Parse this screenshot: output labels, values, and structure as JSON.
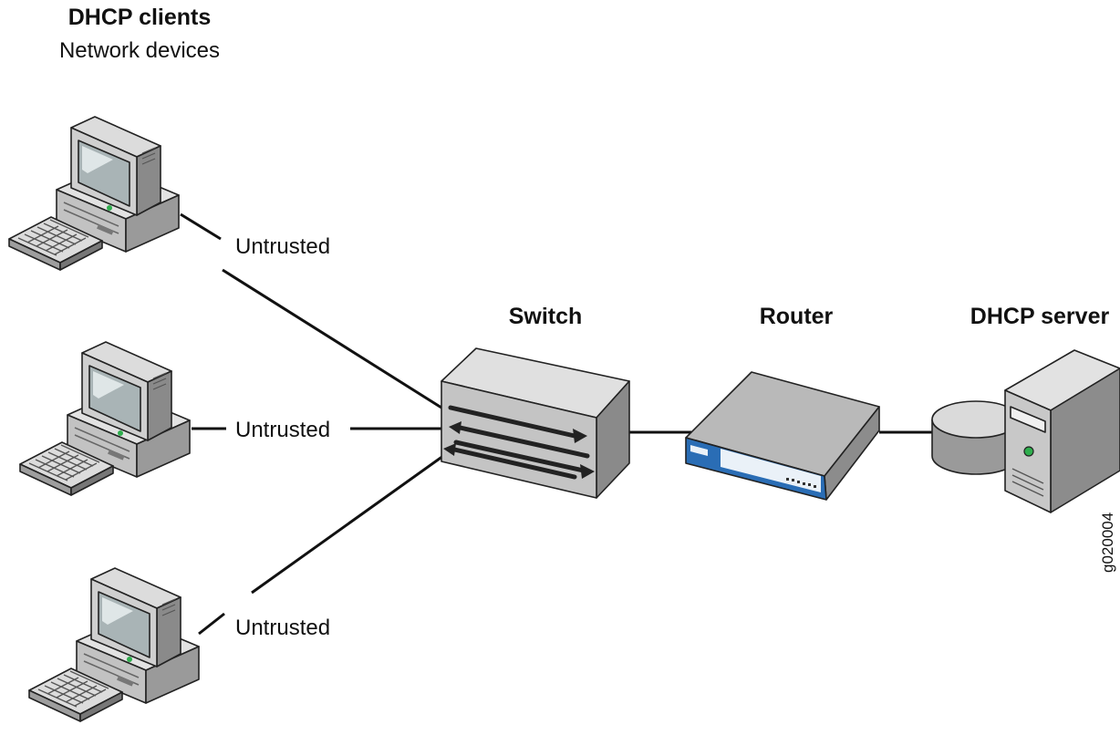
{
  "clients": {
    "title": "DHCP clients",
    "subtitle": "Network devices",
    "link_labels": [
      "Untrusted",
      "Untrusted",
      "Untrusted"
    ]
  },
  "switch": {
    "label": "Switch"
  },
  "router": {
    "label": "Router"
  },
  "server": {
    "label": "DHCP server"
  },
  "figure_id": "g020004",
  "colors": {
    "device_light": "#e4e4e4",
    "device_mid": "#b9b9b9",
    "device_dark": "#8c8c8c",
    "screen": "#a9b4b6",
    "router_accent": "#2a6db5",
    "led": "#2fae4e"
  }
}
